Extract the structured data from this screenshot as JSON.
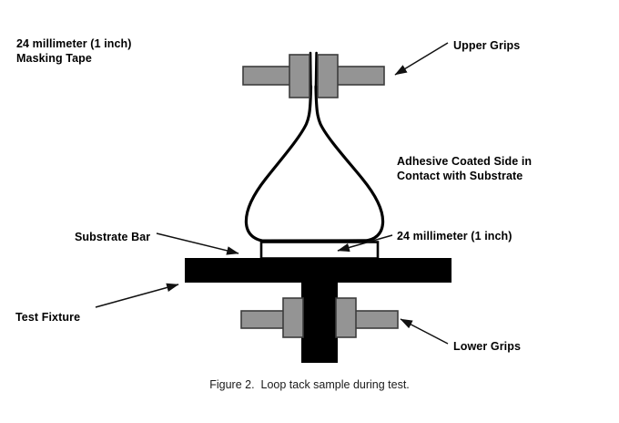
{
  "figure": {
    "caption": "Figure 2.  Loop tack sample during test.",
    "background_color": "#ffffff",
    "ink_color": "#000000",
    "grip_fill_color": "#949494",
    "grip_stroke_color": "#3c3c3c"
  },
  "labels": {
    "masking_tape_line1": "24 millimeter (1 inch)",
    "masking_tape_line2": "Masking Tape",
    "upper_grips": "Upper Grips",
    "adhesive_line1": "Adhesive Coated Side in",
    "adhesive_line2": "Contact with Substrate",
    "substrate_bar": "Substrate Bar",
    "width_callout": "24 millimeter (1 inch)",
    "test_fixture": "Test Fixture",
    "lower_grips": "Lower Grips"
  },
  "parts": {
    "upper_grip_left_arm": "upper-grip-left-arm",
    "upper_grip_right_arm": "upper-grip-right-arm",
    "upper_grip_left_jaw": "upper-grip-left-jaw",
    "upper_grip_right_jaw": "upper-grip-right-jaw",
    "tape_loop": "tape-loop",
    "substrate_bar": "substrate-bar",
    "test_fixture": "test-fixture",
    "lower_grip_left_arm": "lower-grip-left-arm",
    "lower_grip_right_arm": "lower-grip-right-arm",
    "lower_grip_left_jaw": "lower-grip-left-jaw",
    "lower_grip_right_jaw": "lower-grip-right-jaw"
  }
}
